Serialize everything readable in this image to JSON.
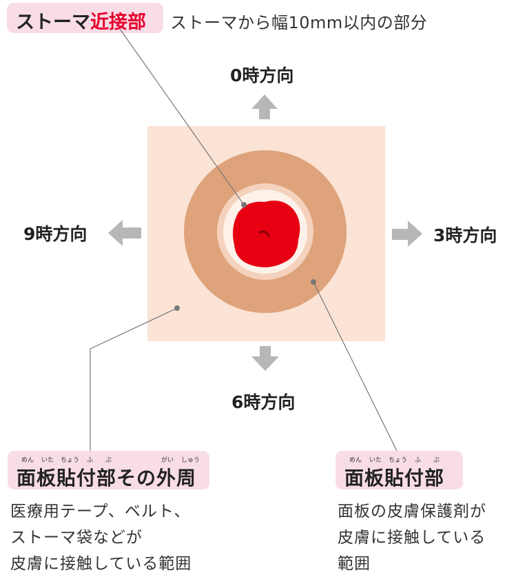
{
  "top": {
    "title_prefix": "ストーマ",
    "title_highlight": "近接部",
    "description": "ストーマから幅10mm以内の部分"
  },
  "directions": {
    "top": "0時方向",
    "right": "3時方向",
    "bottom": "6時方向",
    "left": "9時方向"
  },
  "outer_region": {
    "ruby": [
      "めん",
      "いた",
      "ちょう",
      "ふ",
      "ぶ",
      "がい",
      "しゅう"
    ],
    "label": "面板貼付部その外周",
    "description_lines": [
      "医療用テープ、ベルト、",
      "ストーマ袋などが",
      "皮膚に接触している範囲"
    ]
  },
  "plate_region": {
    "ruby": [
      "めん",
      "いた",
      "ちょう",
      "ふ",
      "ぶ"
    ],
    "label": "面板貼付部",
    "description_lines": [
      "面板の皮膚保護剤が",
      "皮膚に接触している",
      "範囲"
    ]
  },
  "colors": {
    "pill": "#f8dce6",
    "outer_square": "#fbe3d6",
    "plate_ring": "#dea37a",
    "near_ring": "#f4d2bd",
    "stoma_zone": "#fdf1ea",
    "stoma": "#e60012",
    "arrow": "#b7b7b7",
    "leader_line": "#777777",
    "highlight_text": "#e6002d"
  }
}
